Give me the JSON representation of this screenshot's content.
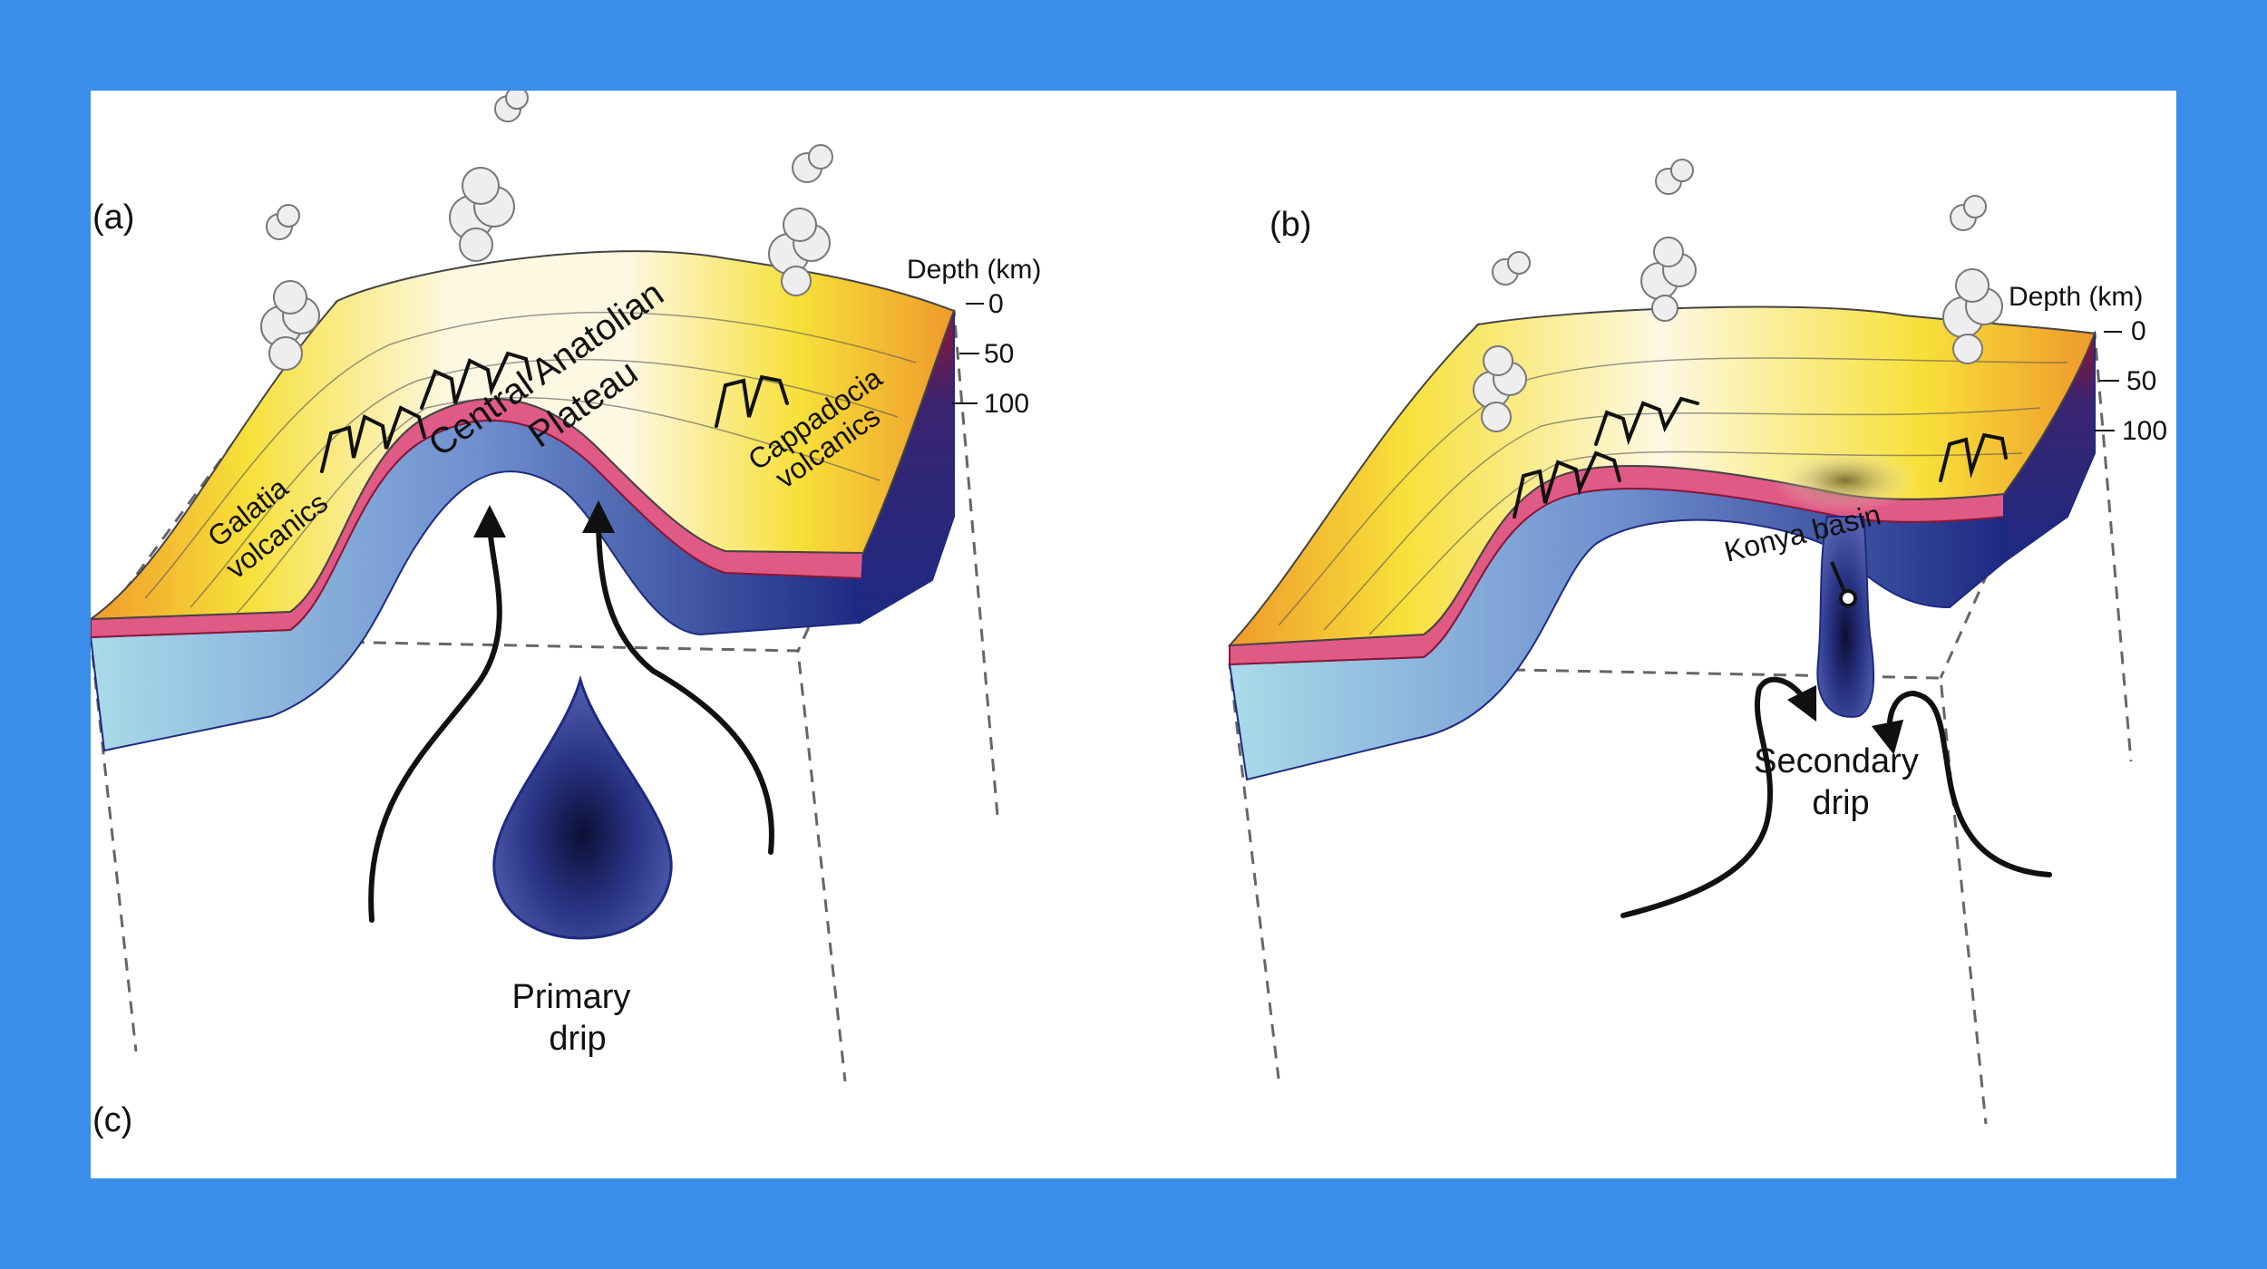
{
  "colors": {
    "background": "#3a8ee9",
    "panel": "#ffffff",
    "crust_light": "#fdf8e2",
    "crust_yellow": "#f7e03a",
    "crust_orange": "#ef9a2b",
    "lithosphere_red": "#8e1535",
    "lithosphere_pink": "#e05a86",
    "mantle_dark_blue": "#1d2a82",
    "mantle_light_blue": "#a9dbe9",
    "drip_blue": "#2a3486",
    "smoke": "#eeeeee"
  },
  "panels": {
    "a": {
      "label": "(a)",
      "depth_title": "Depth (km)",
      "depth_ticks": [
        "0",
        "50",
        "100"
      ],
      "labels": {
        "galatia_1": "Galatia",
        "galatia_2": "volcanics",
        "central_1": "Central Anatolian",
        "central_2": "Plateau",
        "cappadocia_1": "Cappadocia",
        "cappadocia_2": "volcanics",
        "drip_1": "Primary",
        "drip_2": "drip"
      }
    },
    "b": {
      "label": "(b)",
      "depth_title": "Depth (km)",
      "depth_ticks": [
        "0",
        "50",
        "100"
      ],
      "labels": {
        "basin": "Konya basin",
        "drip_1": "Secondary",
        "drip_2": "drip"
      }
    },
    "c": {
      "label": "(c)"
    }
  }
}
